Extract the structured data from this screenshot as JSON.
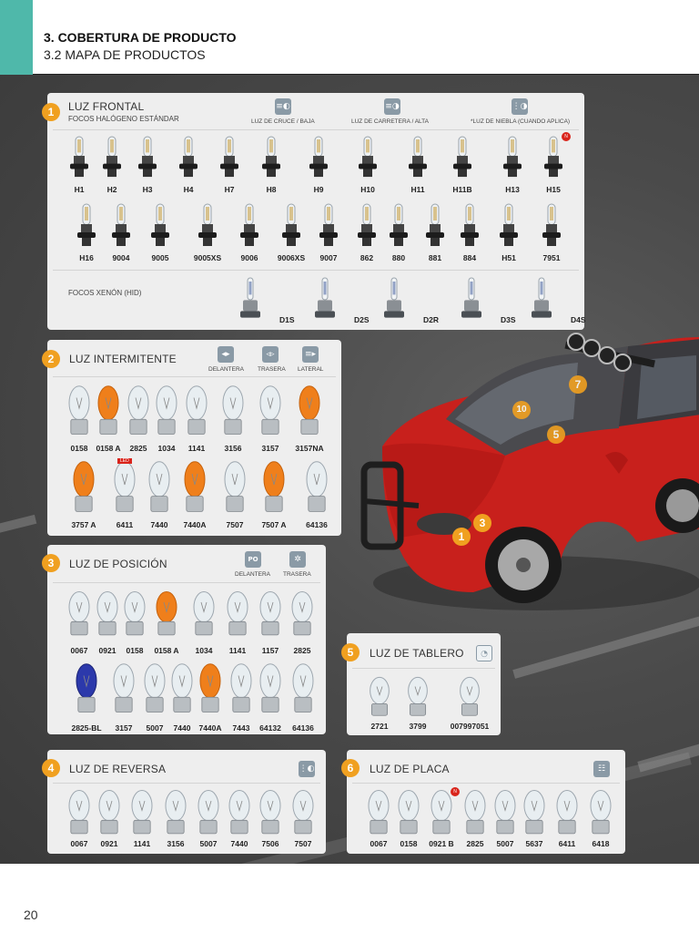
{
  "header": {
    "title": "3. COBERTURA DE PRODUCTO",
    "subtitle": "3.2 MAPA DE PRODUCTOS"
  },
  "page_number": "20",
  "sections": {
    "s1": {
      "number": "1",
      "title": "LUZ FRONTAL",
      "subtitle": "FOCOS HALÓGENO ESTÁNDAR",
      "icons": [
        {
          "label": "LUZ DE CRUCE / BAJA",
          "icon": "low-beam-icon"
        },
        {
          "label": "LUZ DE CARRETERA / ALTA",
          "icon": "high-beam-icon"
        },
        {
          "label": "*LUZ DE NIEBLA (CUANDO APLICA)",
          "icon": "fog-light-icon"
        }
      ],
      "row1": [
        "H1",
        "H2",
        "H3",
        "H4",
        "H7",
        "H8",
        "H9",
        "H10",
        "H11",
        "H11B",
        "H13",
        "H15"
      ],
      "row2": [
        "H16",
        "9004",
        "9005",
        "9005XS",
        "9006",
        "9006XS",
        "9007",
        "862",
        "880",
        "881",
        "884",
        "H51",
        "7951"
      ],
      "xenon_title": "FOCOS XENÓN (HID)",
      "xenon": [
        "D1S",
        "D2S",
        "D2R",
        "D3S",
        "D4S"
      ]
    },
    "s2": {
      "number": "2",
      "title": "LUZ INTERMITENTE",
      "icons": [
        {
          "label": "DELANTERA",
          "icon": "front-turn-signal-icon"
        },
        {
          "label": "TRASERA",
          "icon": "rear-turn-signal-icon"
        },
        {
          "label": "LATERAL",
          "icon": "side-turn-signal-icon"
        }
      ],
      "row1": [
        "0158",
        "0158 A",
        "2825",
        "1034",
        "1141",
        "3156",
        "3157",
        "3157NA"
      ],
      "row2": [
        "3757 A",
        "6411",
        "7440",
        "7440A",
        "7507",
        "7507 A",
        "64136"
      ],
      "led_tag": "LED"
    },
    "s3": {
      "number": "3",
      "title": "LUZ DE POSICIÓN",
      "icons": [
        {
          "label": "DELANTERA",
          "icon": "position-front-icon",
          "glyph": "PO"
        },
        {
          "label": "TRASERA",
          "icon": "position-rear-icon"
        }
      ],
      "row1": [
        "0067",
        "0921",
        "0158",
        "0158 A",
        "1034",
        "1141",
        "1157",
        "2825"
      ],
      "row2": [
        "2825-BL",
        "3157",
        "5007",
        "7440",
        "7440A",
        "7443",
        "64132",
        "64136"
      ]
    },
    "s4": {
      "number": "4",
      "title": "LUZ DE REVERSA",
      "icon": "reverse-light-icon",
      "row1": [
        "0067",
        "0921",
        "1141",
        "3156",
        "5007",
        "7440",
        "7506",
        "7507"
      ]
    },
    "s5": {
      "number": "5",
      "title": "LUZ DE TABLERO",
      "icon": "dashboard-light-icon",
      "row1": [
        "2721",
        "3799",
        "007997051"
      ]
    },
    "s6": {
      "number": "6",
      "title": "LUZ DE PLACA",
      "icon": "license-plate-light-icon",
      "row1": [
        "0067",
        "0158",
        "0921 B",
        "2825",
        "5007",
        "5637",
        "6411",
        "6418"
      ]
    }
  },
  "car_markers": [
    "7",
    "10",
    "5",
    "3",
    "1"
  ],
  "colors": {
    "accent": "#4fb8aa",
    "badge": "#f0a020",
    "car": "#c8201c"
  }
}
